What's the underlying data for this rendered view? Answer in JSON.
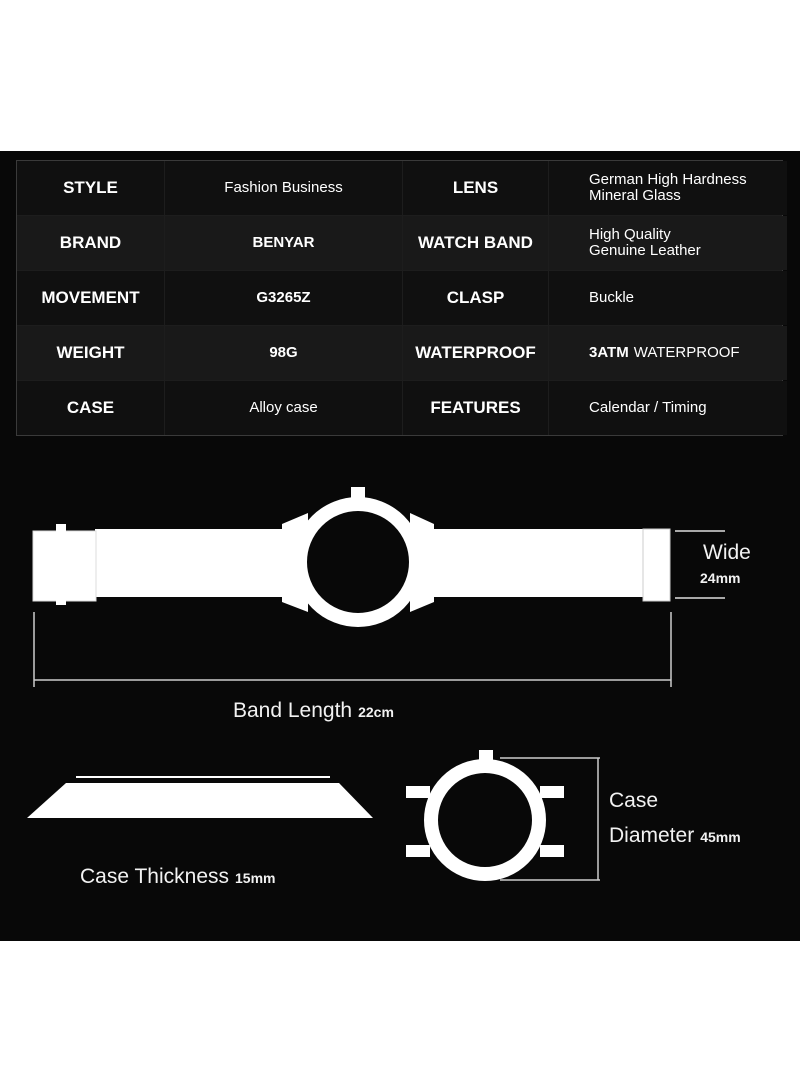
{
  "specs": [
    {
      "label": "STYLE",
      "value": "Fashion Business",
      "label2": "LENS",
      "value2": "German High Hardness\nMineral Glass"
    },
    {
      "label": "BRAND",
      "value": "BENYAR",
      "label2": "WATCH BAND",
      "value2": "High Quality\nGenuine Leather"
    },
    {
      "label": "MOVEMENT",
      "value": "G3265Z",
      "label2": "CLASP",
      "value2": "Buckle"
    },
    {
      "label": "WEIGHT",
      "value": "98G",
      "label2": "WATERPROOF",
      "value2_bold": "3ATM",
      "value2_rest": "WATERPROOF"
    },
    {
      "label": "CASE",
      "value": "Alloy case",
      "label2": "FEATURES",
      "value2": "Calendar / Timing"
    }
  ],
  "dimensions": {
    "wide_label": "Wide",
    "wide_value": "24mm",
    "band_length_label": "Band Length",
    "band_length_value": "22cm",
    "case_label": "Case",
    "diameter_label": "Diameter",
    "diameter_value": "45mm",
    "thickness_label": "Case Thickness",
    "thickness_value": "15mm"
  }
}
